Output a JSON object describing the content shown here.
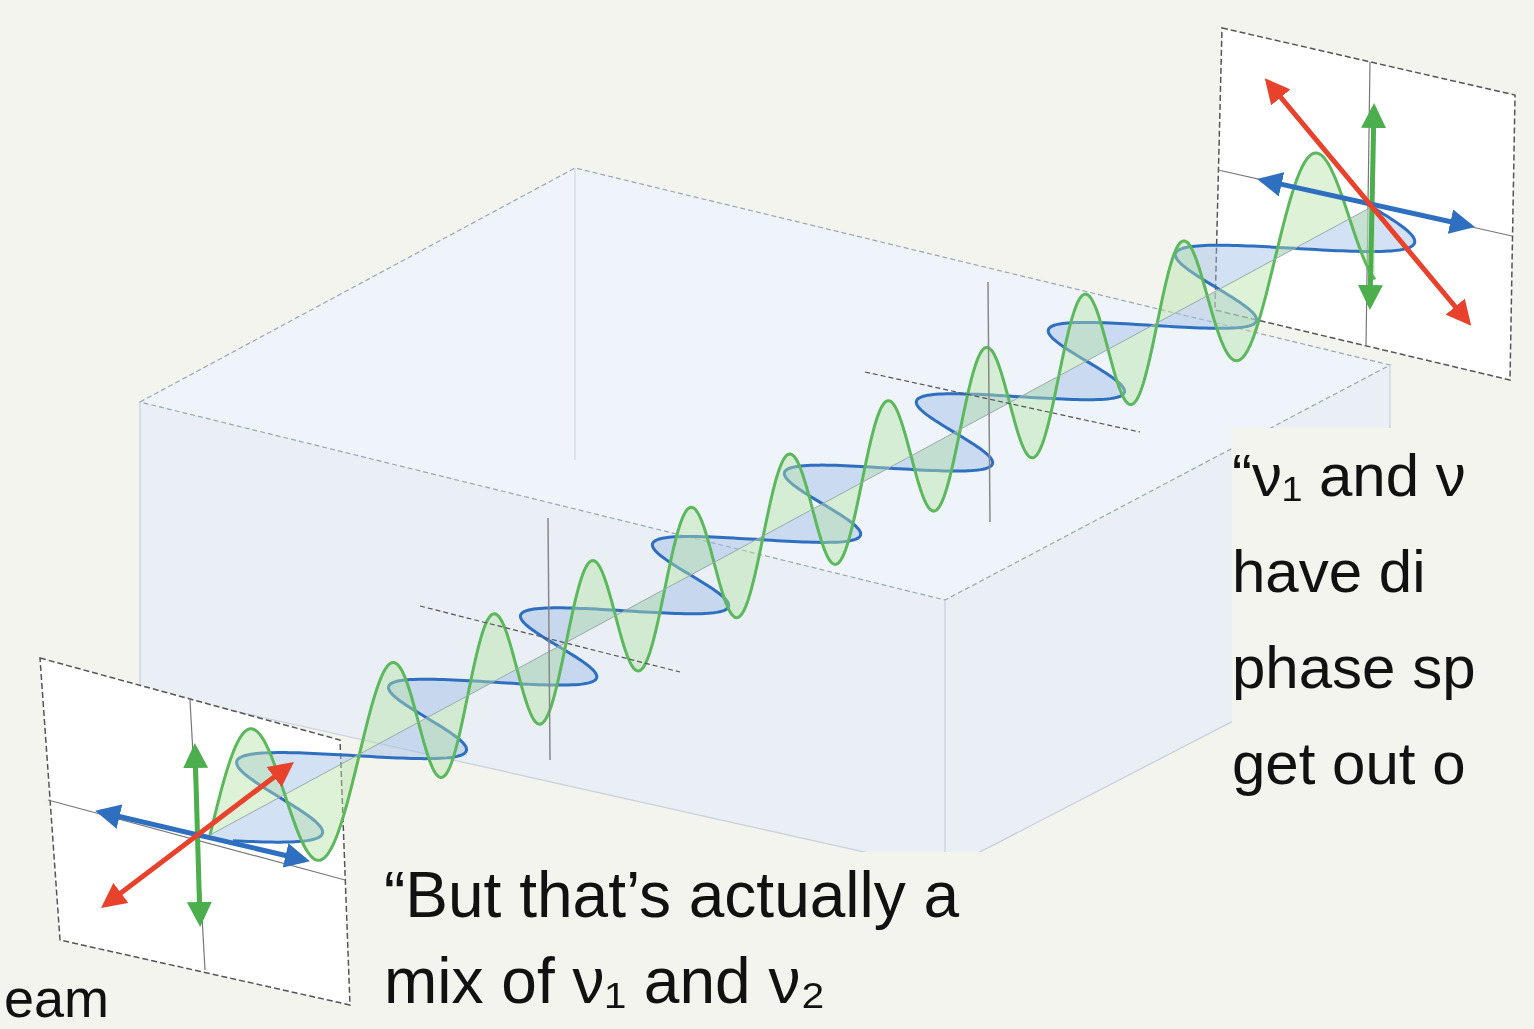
{
  "diagram": {
    "labels": [
      "“ν₁ and ν have di phase sp get out o",
      "“But that’s actually a mix of ν₁ and ν₂",
      "eam"
    ]
  }
}
